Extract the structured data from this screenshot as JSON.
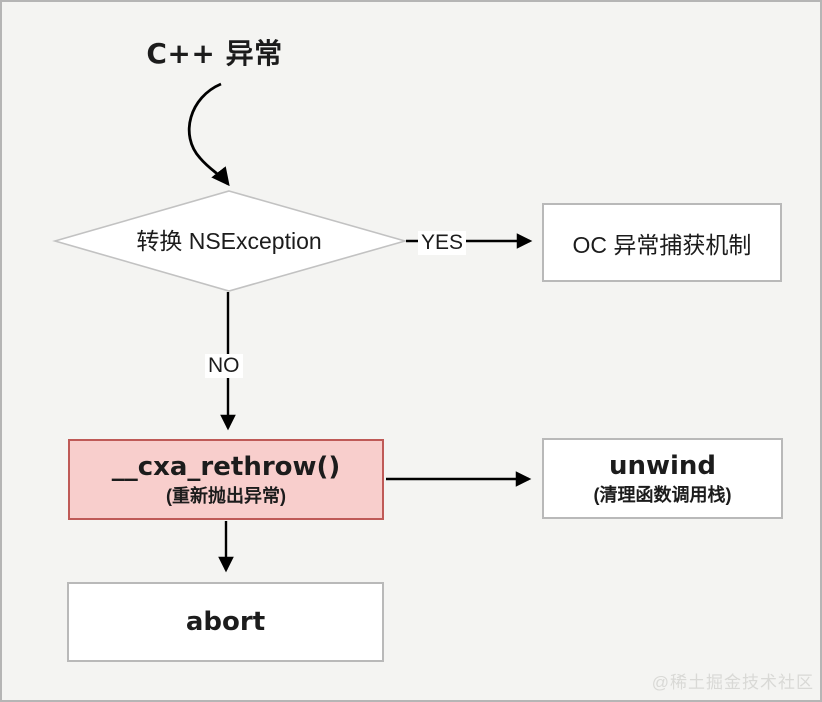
{
  "title": "C++ 异常",
  "decision": {
    "label": "转换 NSException",
    "yes_label": "YES",
    "no_label": "NO"
  },
  "nodes": {
    "oc_catch": {
      "label": "OC 异常捕获机制"
    },
    "cxa_rethrow": {
      "label": "__cxa_rethrow()",
      "sublabel": "(重新抛出异常)"
    },
    "unwind": {
      "label": "unwind",
      "sublabel": "(清理函数调用栈)"
    },
    "abort": {
      "label": "abort"
    }
  },
  "watermark": "@稀土掘金技术社区",
  "colors": {
    "canvas_background": "#f4f4f2",
    "frame_border": "#b5b5b5",
    "node_fill": "#ffffff",
    "node_border": "#b9b9b9",
    "rethrow_fill": "#f8cecc",
    "rethrow_border": "#bf5a57",
    "arrow": "#000000",
    "text": "#1c1c1c",
    "watermark": "#d9d9d6"
  }
}
